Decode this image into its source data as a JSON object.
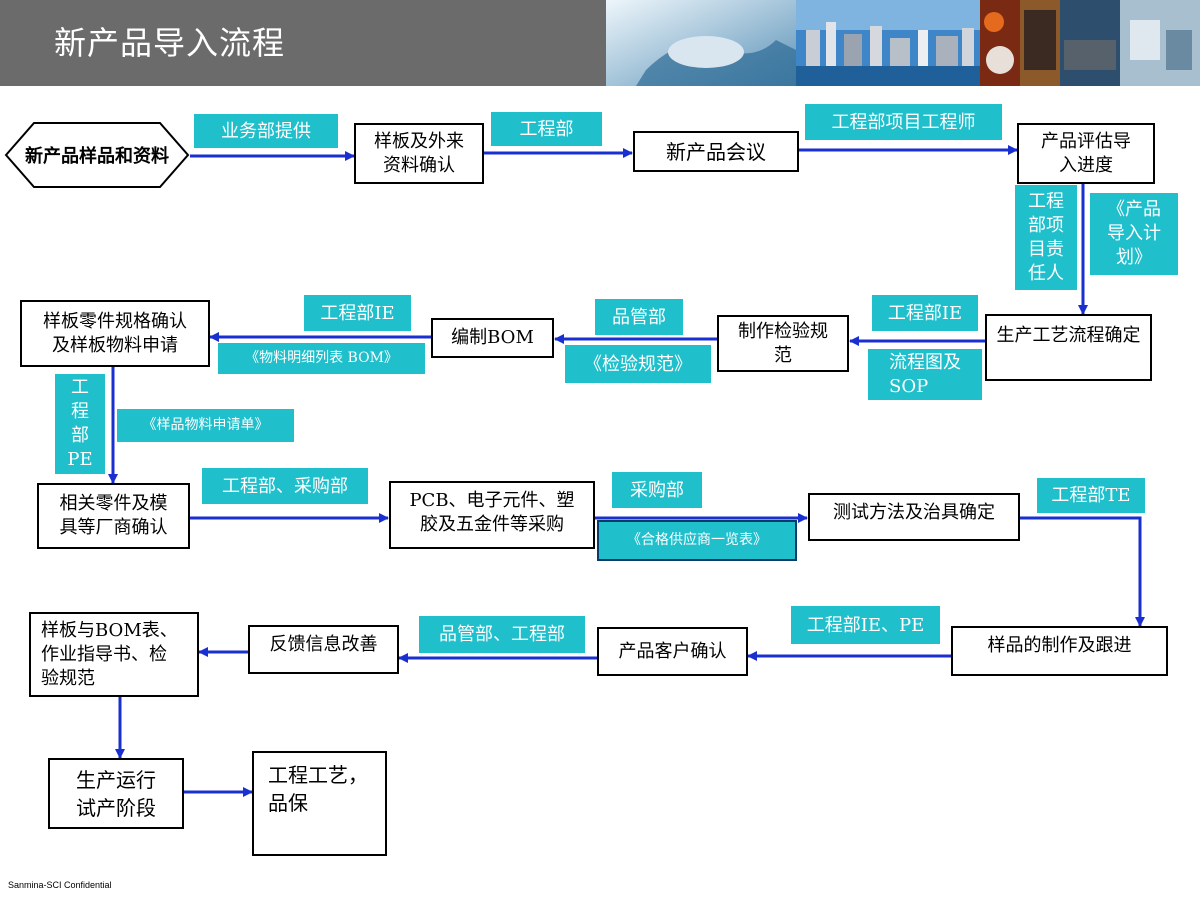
{
  "title": "新产品导入流程",
  "footer": "Sanmina-SCI Confidential",
  "colors": {
    "arrow": "#1a2fd0",
    "label_bg": "#1fbfcc",
    "header_bg": "#6b6b6b"
  },
  "nodes": {
    "start": "新产品样品和资料",
    "sample_confirm": "样板及外来\n资料确认",
    "npi_meeting": "新产品会议",
    "progress_eval": "产品评估导\n入进度",
    "process_flow": "生产工艺流程确定",
    "inspection_spec": "制作检验规\n范",
    "compile_bom": "编制BOM",
    "parts_spec": "样板零件规格确认\n及样板物料申请",
    "vendor_confirm": "相关零件及模\n具等厂商确认",
    "purchasing": "PCB、电子元件、塑\n胶及五金件等采购",
    "test_method": "测试方法及治具确定",
    "sample_making": "样品的制作及跟进",
    "customer_confirm": "产品客户确认",
    "feedback": "反馈信息改善",
    "docs": "样板与BOM表、\n作业指导书、检\n验规范",
    "trial_run": "生产运行\n试产阶段",
    "eng_qa": "工程工艺，\n品保"
  },
  "labels": {
    "sales_dept": "业务部提供",
    "eng_dept": "工程部",
    "eng_pm": "工程部项目工程师",
    "eng_owner": "工程\n部项\n目责\n任人",
    "intro_plan": "《产品\n导入计\n划》",
    "eng_ie_1": "工程部IE",
    "flow_sop": "流程图及\nSOP",
    "qa_dept": "品管部",
    "inspection_doc": "《检验规范》",
    "eng_ie_2": "工程部IE",
    "bom_list": "《物料明细列表 BOM》",
    "eng_pe": "工\n程\n部\nPE",
    "material_request": "《样品物料申请单》",
    "eng_purchase": "工程部、采购部",
    "purchase_dept": "采购部",
    "supplier_list": "《合格供应商一览表》",
    "eng_te": "工程部TE",
    "eng_ie_pe": "工程部IE、PE",
    "qa_eng": "品管部、工程部"
  }
}
